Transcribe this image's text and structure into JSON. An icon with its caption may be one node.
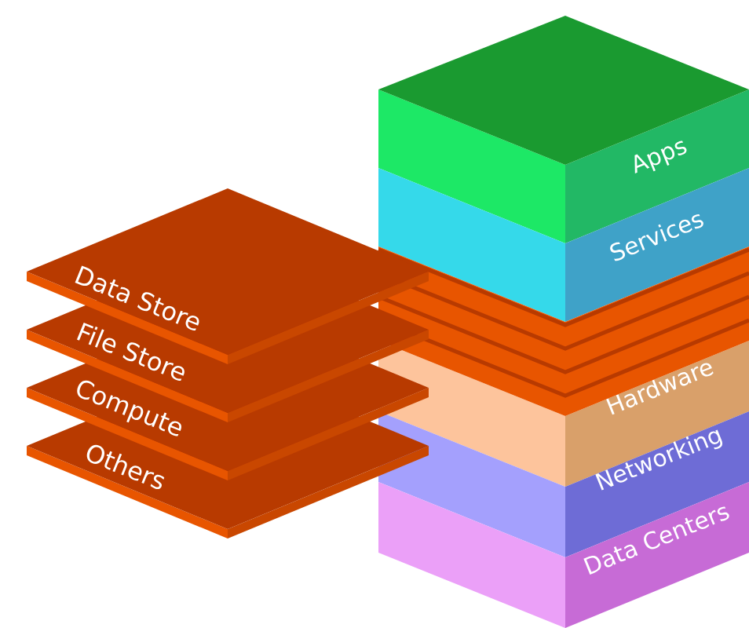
{
  "diagram": {
    "nodes": [
      {
        "text": [
          "Data Store"
        ]
      },
      {
        "text": [
          "File Store"
        ]
      },
      {
        "text": [
          "Compute"
        ]
      },
      {
        "text": [
          "Others"
        ]
      },
      {
        "text": [
          "Apps"
        ]
      },
      {
        "text": [
          "Services"
        ]
      },
      {
        "text": [
          "Hardware"
        ]
      },
      {
        "text": [
          "Networking"
        ]
      },
      {
        "text": [
          "Data Centers"
        ]
      }
    ]
  }
}
